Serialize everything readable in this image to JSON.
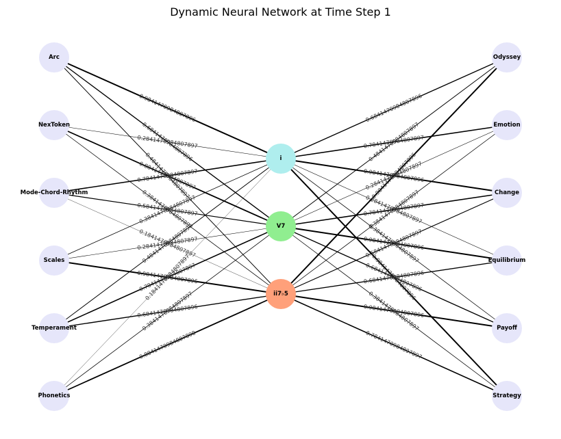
{
  "title": "Dynamic Neural Network at Time Step 1",
  "colors": {
    "input_node": "#e6e6fa",
    "output_node": "#e6e6fa",
    "hidden_i": "#afeeee",
    "hidden_V7": "#90ee90",
    "hidden_ii7b5": "#ffa07a",
    "edge": "#000000"
  },
  "input_nodes": [
    "Arc",
    "NexToken",
    "Mode-Chord-Rhythm",
    "Scales",
    "Temperament",
    "Phonetics"
  ],
  "hidden_nodes": [
    "i",
    "V7",
    "ii7♭5"
  ],
  "output_nodes": [
    "Odyssey",
    "Emotion",
    "Change",
    "Equilibrium",
    "Payoff",
    "Strategy"
  ],
  "input_edges": [
    {
      "from": "Arc",
      "to": "i",
      "weight": 0.9841470984807896
    },
    {
      "from": "Arc",
      "to": "V7",
      "weight": 0.6841470984807896
    },
    {
      "from": "Arc",
      "to": "ii7♭5",
      "weight": 0.4841470984807897
    },
    {
      "from": "NexToken",
      "to": "i",
      "weight": 0.2841470984807897
    },
    {
      "from": "NexToken",
      "to": "V7",
      "weight": 0.8841470984807897
    },
    {
      "from": "NexToken",
      "to": "ii7♭5",
      "weight": 0.3841470984807897
    },
    {
      "from": "Mode-Chord-Rhythm",
      "to": "i",
      "weight": 0.7841470984807897
    },
    {
      "from": "Mode-Chord-Rhythm",
      "to": "V7",
      "weight": 0.5841470984807897
    },
    {
      "from": "Mode-Chord-Rhythm",
      "to": "ii7♭5",
      "weight": 0.1841470984807897
    },
    {
      "from": "Scales",
      "to": "i",
      "weight": 0.3841470984807897
    },
    {
      "from": "Scales",
      "to": "V7",
      "weight": 0.2841470984807897
    },
    {
      "from": "Scales",
      "to": "ii7♭5",
      "weight": 0.9841470984807896
    },
    {
      "from": "Temperament",
      "to": "i",
      "weight": 0.4841470984807897
    },
    {
      "from": "Temperament",
      "to": "V7",
      "weight": 0.7841470984807897
    },
    {
      "from": "Temperament",
      "to": "ii7♭5",
      "weight": 0.6841470984807896
    },
    {
      "from": "Phonetics",
      "to": "i",
      "weight": 0.1841470984807897
    },
    {
      "from": "Phonetics",
      "to": "V7",
      "weight": 0.3841470984807897
    },
    {
      "from": "Phonetics",
      "to": "ii7♭5",
      "weight": 0.8841470984807898
    }
  ],
  "output_edges": [
    {
      "from": "i",
      "to": "Odyssey",
      "weight": 0.6841470984807896
    },
    {
      "from": "i",
      "to": "Emotion",
      "weight": 0.7841470984807897
    },
    {
      "from": "i",
      "to": "Change",
      "weight": 0.9841470984807896
    },
    {
      "from": "i",
      "to": "Equilibrium",
      "weight": 0.2841470984807897
    },
    {
      "from": "i",
      "to": "Payoff",
      "weight": 0.3841470984807897
    },
    {
      "from": "i",
      "to": "Strategy",
      "weight": 0.9841470984807896
    },
    {
      "from": "V7",
      "to": "Odyssey",
      "weight": 0.4841470984807897
    },
    {
      "from": "V7",
      "to": "Emotion",
      "weight": 0.2841470984807897
    },
    {
      "from": "V7",
      "to": "Change",
      "weight": 0.7841470984807897
    },
    {
      "from": "V7",
      "to": "Equilibrium",
      "weight": 0.9841470984807896
    },
    {
      "from": "V7",
      "to": "Payoff",
      "weight": 0.6841470984807896
    },
    {
      "from": "V7",
      "to": "Strategy",
      "weight": 0.3841470984807897
    },
    {
      "from": "ii7♭5",
      "to": "Odyssey",
      "weight": 0.9841470984807896
    },
    {
      "from": "ii7♭5",
      "to": "Emotion",
      "weight": 0.3841470984807897
    },
    {
      "from": "ii7♭5",
      "to": "Change",
      "weight": 0.5841470984807897
    },
    {
      "from": "ii7♭5",
      "to": "Equilibrium",
      "weight": 0.6841470984807896
    },
    {
      "from": "ii7♭5",
      "to": "Payoff",
      "weight": 0.9841470984807896
    },
    {
      "from": "ii7♭5",
      "to": "Strategy",
      "weight": 0.7841470984807897
    }
  ]
}
